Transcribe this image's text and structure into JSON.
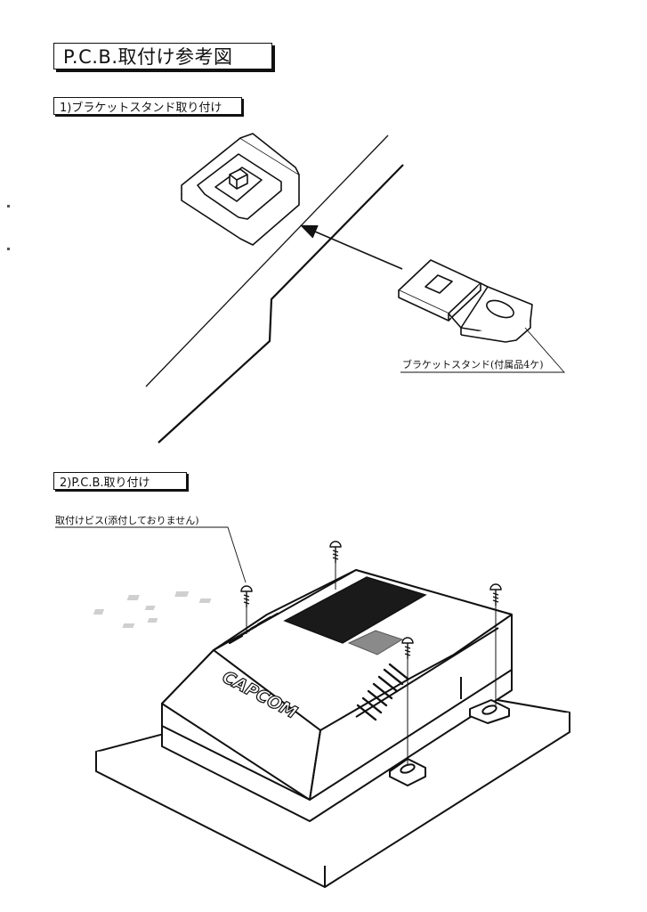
{
  "page": {
    "title": "P.C.B.取付け参考図",
    "section1": {
      "heading": "1)ブラケットスタンド取り付け",
      "callout": "ブラケットスタンド(付属品4ケ)"
    },
    "section2": {
      "heading": "2)P.C.B.取り付け",
      "callout": "取付けビス(添付しておりません)",
      "brand_logo": "CAPCOM"
    }
  }
}
